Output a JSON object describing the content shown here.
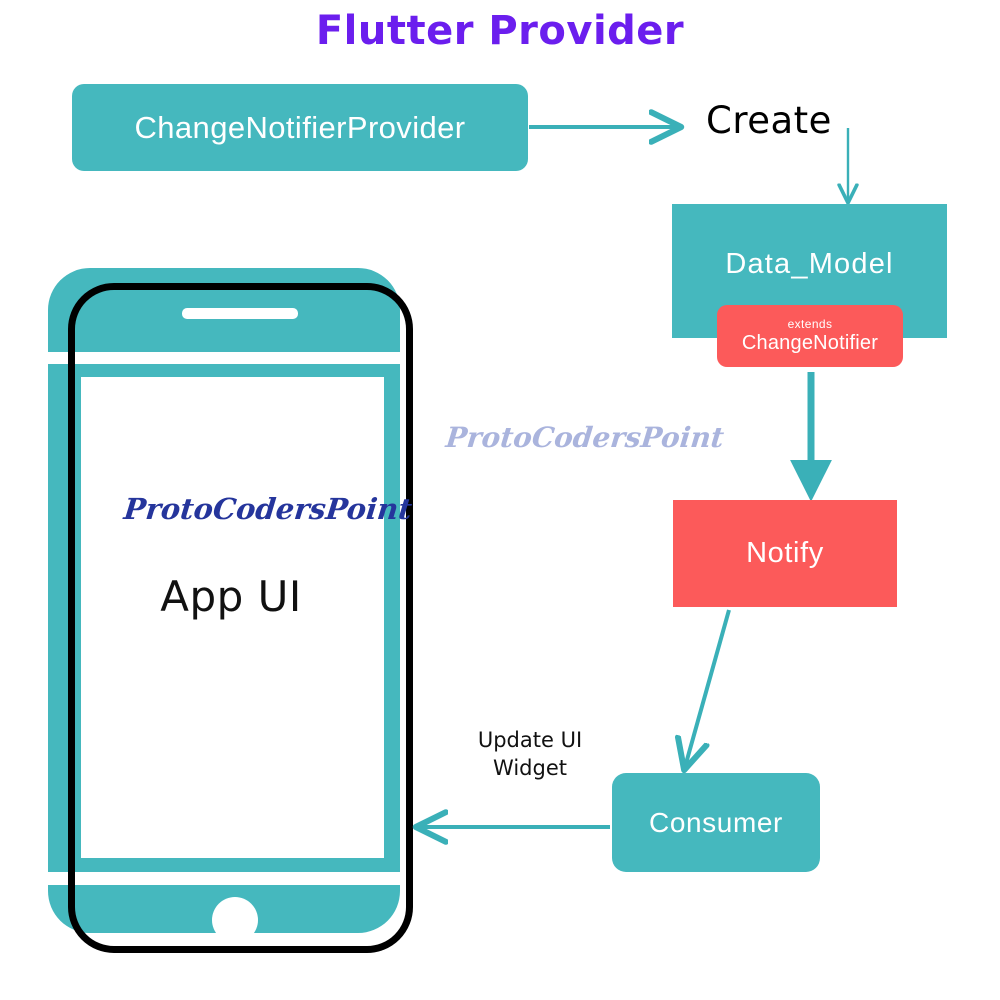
{
  "title": "Flutter Provider",
  "colors": {
    "title": "#6b1eee",
    "teal": "#45b8be",
    "red": "#fc5a5a",
    "watermark": "#aab4dd",
    "watermark_phone": "#25359c",
    "outline": "#000000",
    "background": "#ffffff"
  },
  "nodes": {
    "provider": {
      "label": "ChangeNotifierProvider"
    },
    "create": {
      "label": "Create"
    },
    "data_model": {
      "label": "Data_Model"
    },
    "change_notifier": {
      "extends_label": "extends",
      "label": "ChangeNotifier"
    },
    "notify": {
      "label": "Notify"
    },
    "consumer": {
      "label": "Consumer"
    }
  },
  "edges": {
    "provider_to_create": {
      "label": ""
    },
    "create_to_data_model": {
      "label": ""
    },
    "data_model_to_notify": {
      "label": ""
    },
    "notify_to_consumer": {
      "label": ""
    },
    "consumer_to_app": {
      "label_line1": "Update UI",
      "label_line2": "Widget"
    }
  },
  "phone": {
    "app_label": "App UI",
    "watermark": "ProtoCodersPoint"
  },
  "watermark": "ProtoCodersPoint"
}
